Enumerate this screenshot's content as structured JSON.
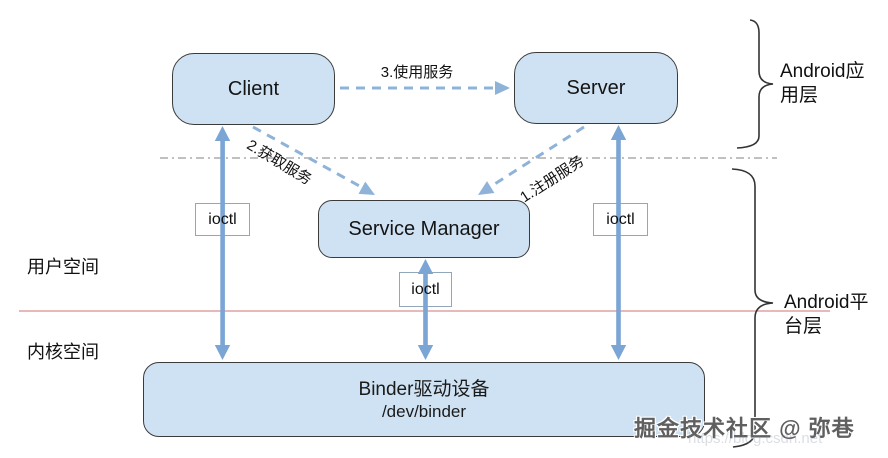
{
  "diagram": {
    "nodes": {
      "client": {
        "label": "Client"
      },
      "server": {
        "label": "Server"
      },
      "service_manager": {
        "label": "Service Manager"
      },
      "binder_driver": {
        "label": "Binder驱动设备",
        "sublabel": "/dev/binder"
      }
    },
    "ioctl_label": "ioctl",
    "edges": {
      "register_service": {
        "label": "1.注册服务"
      },
      "get_service": {
        "label": "2.获取服务"
      },
      "use_service": {
        "label": "3.使用服务"
      }
    },
    "layers": {
      "user_space": {
        "label": "用户空间"
      },
      "kernel_space": {
        "label": "内核空间"
      },
      "app_layer": {
        "label": "Android应用层"
      },
      "platform_layer": {
        "label": "Android平台层"
      }
    }
  },
  "watermark": {
    "community": "掘金技术社区 @ 弥巷",
    "url_fragment": "https://blog.csdn.net"
  },
  "colors": {
    "node_fill": "#cfe2f3",
    "node_border": "#3b3b3b",
    "solid_arrow": "#7aa5d4",
    "dashed_arrow": "#8fb3d8",
    "separator_line": "#9a9a9a",
    "platform_divider": "#d98f8f",
    "text": "#1a1a1a"
  }
}
